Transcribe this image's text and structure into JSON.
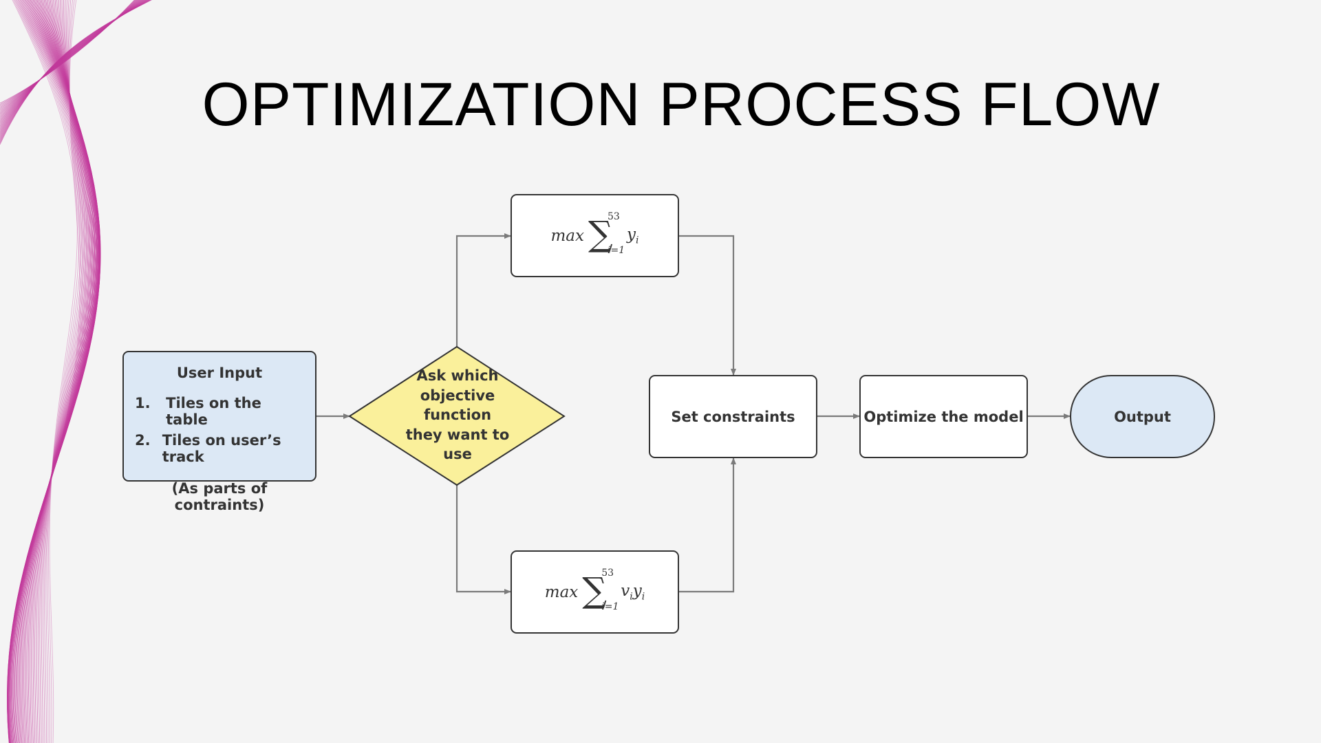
{
  "title": "OPTIMIZATION PROCESS FLOW",
  "colors": {
    "accent_magenta": "#c2399b",
    "input_blue": "#dce8f5",
    "decision_yellow": "#faf09b",
    "connector_gray": "#7a7a7a"
  },
  "nodes": {
    "user_input": {
      "heading": "User Input",
      "items": [
        {
          "num": "1.",
          "text": "Tiles on the table"
        },
        {
          "num": "2.",
          "text": "Tiles on user’s track"
        }
      ],
      "note": "(As parts of contraints)"
    },
    "decision": {
      "lines": [
        "Ask which",
        "objective",
        "function",
        "they want to",
        "use"
      ]
    },
    "objective_top": {
      "max": "max",
      "sigma": "∑",
      "upper": "53",
      "lower": "i=1",
      "term": "y",
      "term_sub": "i"
    },
    "objective_bottom": {
      "max": "max",
      "sigma": "∑",
      "upper": "53",
      "lower": "i=1",
      "coef": "v",
      "coef_sub": "i",
      "term": "y",
      "term_sub": "i"
    },
    "set_constraints": "Set constraints",
    "optimize": "Optimize the model",
    "output": "Output"
  }
}
